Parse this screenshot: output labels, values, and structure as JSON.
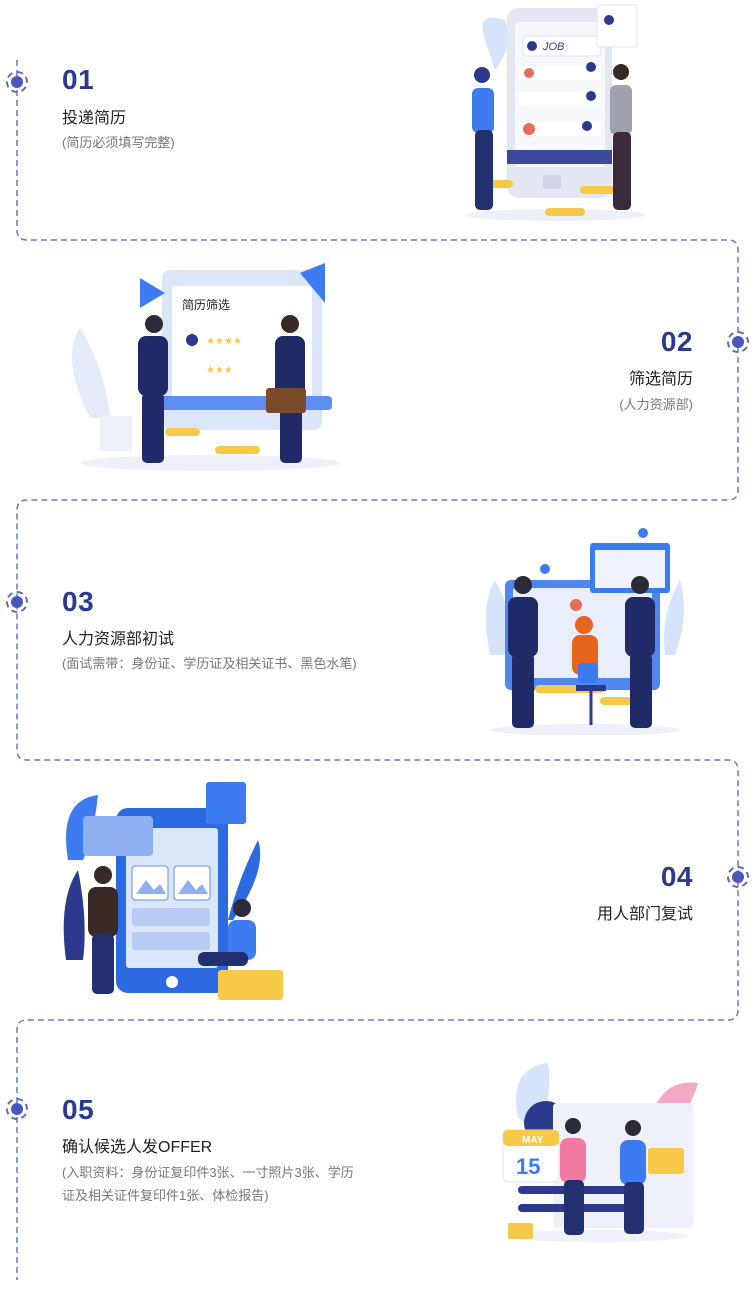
{
  "steps": [
    {
      "num": "01",
      "title": "投递简历",
      "sub": "(简历必须填写完整)"
    },
    {
      "num": "02",
      "title": "筛选简历",
      "sub": "(人力资源部)"
    },
    {
      "num": "03",
      "title": "人力资源部初试",
      "sub": "(面试需带：身份证、学历证及相关证书、黑色水笔)"
    },
    {
      "num": "04",
      "title": "用人部门复试",
      "sub": ""
    },
    {
      "num": "05",
      "title": "确认候选人发OFFER",
      "sub": "(入职资料：身份证复印件3张、一寸照片3张、学历",
      "sub2": "证及相关证件复印件1张、体检报告)"
    }
  ],
  "illustrations": {
    "job_board_label": "JOB",
    "screening_label": "简历筛选",
    "calendar_month": "MAY",
    "calendar_day": "15"
  },
  "colors": {
    "accent": "#2b3a8c",
    "dash": "#5c69c4",
    "blue": "#3d7bf0",
    "light_blue": "#d6e4fb",
    "gold": "#f7c948"
  }
}
